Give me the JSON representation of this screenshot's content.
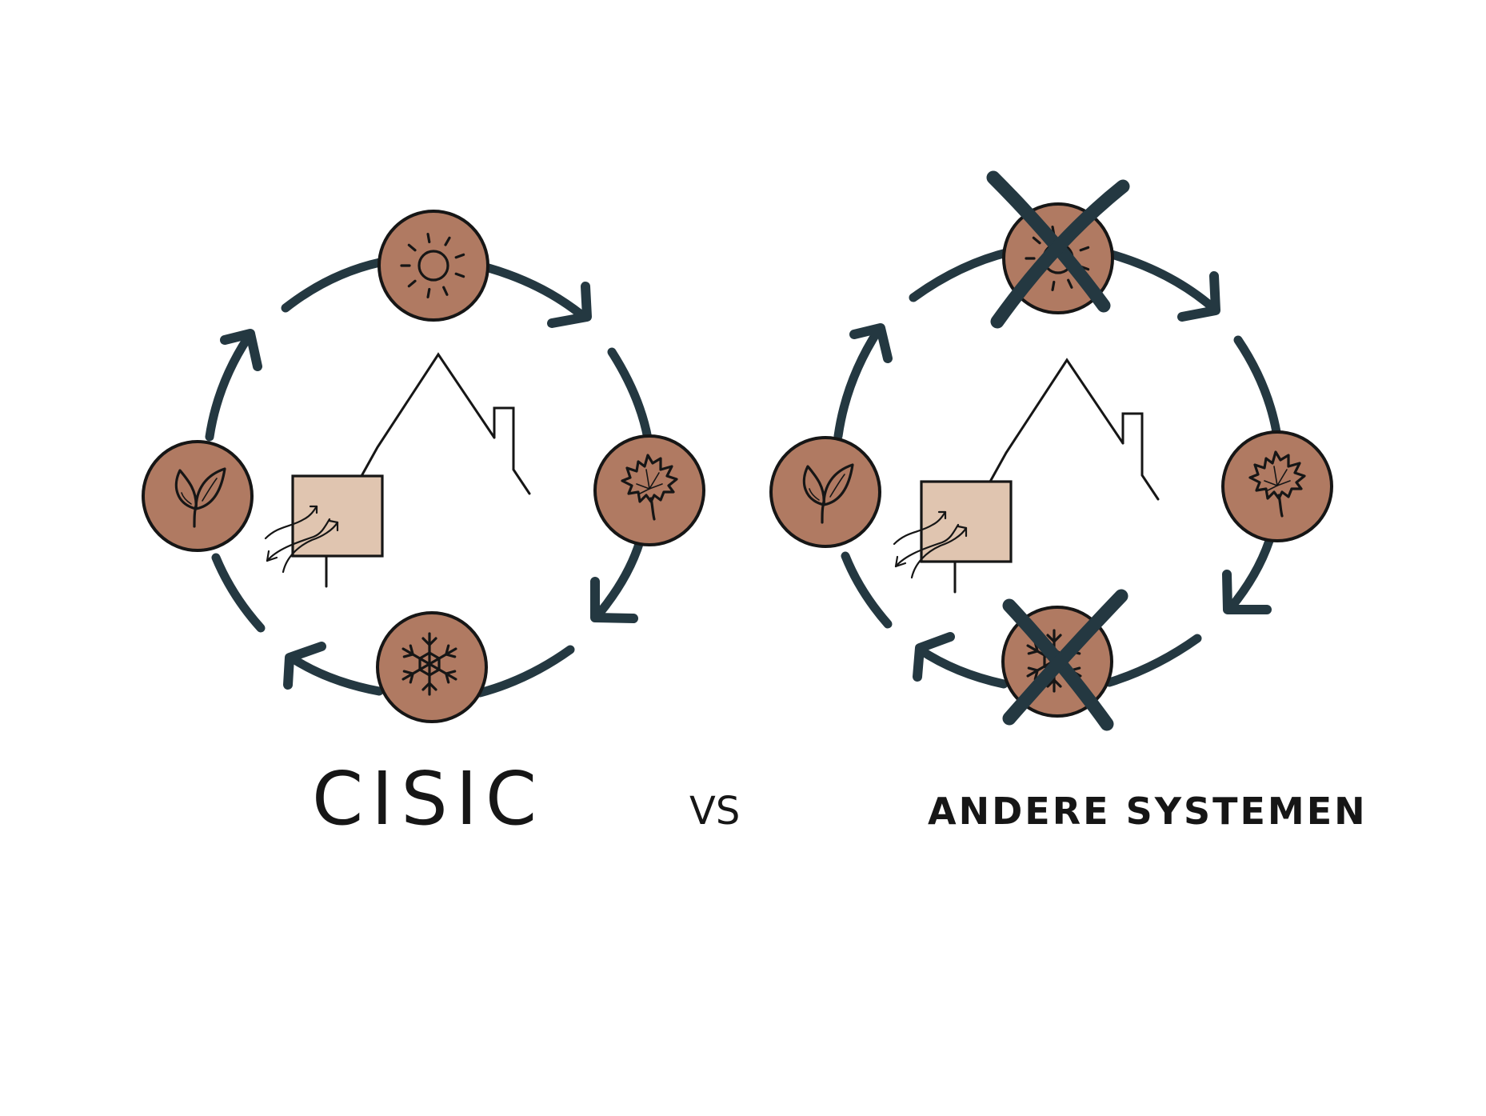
{
  "title_left": "CISIC",
  "title_vs": "VS",
  "title_right": "ANDERE SYSTEMEN",
  "colors": {
    "ring": "#243841",
    "disc": "#b07a62",
    "unit": "#e0c5b0",
    "ink": "#161616",
    "background": "#ffffff"
  },
  "cycles": [
    {
      "name": "cisic",
      "seasons": [
        {
          "id": "summer",
          "icon": "sun-icon",
          "crossed": false
        },
        {
          "id": "autumn",
          "icon": "maple-leaf-icon",
          "crossed": false
        },
        {
          "id": "winter",
          "icon": "snowflake-icon",
          "crossed": false
        },
        {
          "id": "spring",
          "icon": "sprout-leaf-icon",
          "crossed": false
        }
      ]
    },
    {
      "name": "andere-systemen",
      "seasons": [
        {
          "id": "summer",
          "icon": "sun-icon",
          "crossed": true
        },
        {
          "id": "autumn",
          "icon": "maple-leaf-icon",
          "crossed": false
        },
        {
          "id": "winter",
          "icon": "snowflake-icon",
          "crossed": true
        },
        {
          "id": "spring",
          "icon": "sprout-leaf-icon",
          "crossed": false
        }
      ]
    }
  ]
}
